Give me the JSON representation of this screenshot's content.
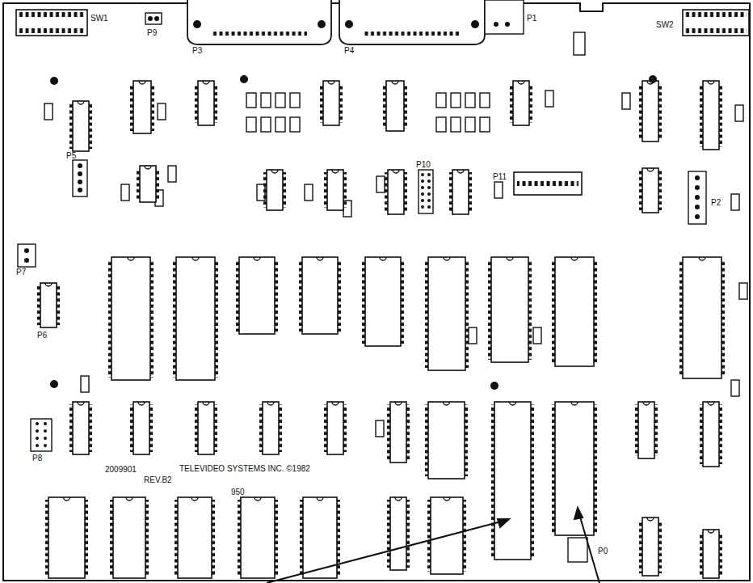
{
  "diagram": {
    "labels": [
      "SW1",
      "P9",
      "P3",
      "P4",
      "P1",
      "SW2",
      "P5",
      "P10",
      "P11",
      "P2",
      "P7",
      "P6",
      "P8",
      "2009901",
      "REV.B2",
      "TELEVIDEO SYSTEMS INC. ©1982",
      "950",
      "P0"
    ]
  }
}
